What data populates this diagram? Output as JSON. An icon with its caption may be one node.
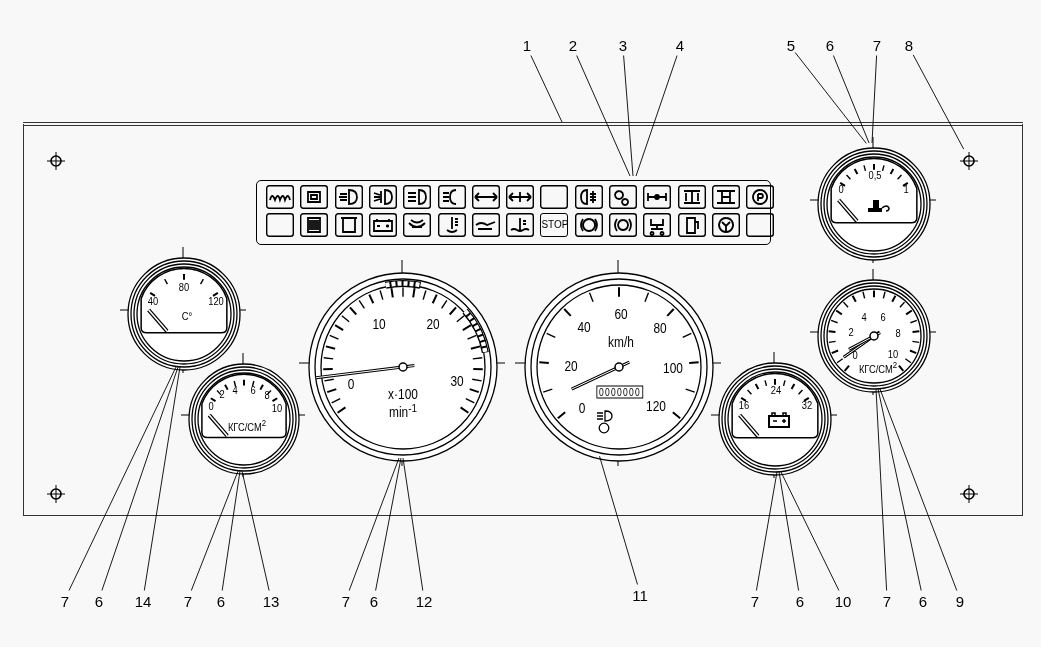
{
  "diagram": {
    "nodes": [
      {
        "text": [
          "1"
        ]
      },
      {
        "text": [
          "2"
        ]
      },
      {
        "text": [
          "3"
        ]
      },
      {
        "text": [
          "4"
        ]
      },
      {
        "text": [
          "5"
        ]
      },
      {
        "text": [
          "6"
        ]
      },
      {
        "text": [
          "7"
        ]
      },
      {
        "text": [
          "8"
        ]
      },
      {
        "text": [],
        "shape": "box"
      },
      {
        "text": [],
        "shape": "circle",
        "in": 8
      },
      {
        "text": [],
        "shape": "circle",
        "in": 8
      },
      {
        "text": [],
        "shape": "circle",
        "in": 8
      },
      {
        "text": [],
        "shape": "circle",
        "in": 8
      },
      {
        "text": [
          "STOP"
        ],
        "in": 8
      },
      {
        "text": [
          "0",
          "0,5",
          "1"
        ],
        "in": 8
      },
      {
        "text": [
          "40",
          "80",
          "120",
          "C°"
        ],
        "in": 8
      },
      {
        "text": [
          "4",
          "6",
          "2",
          "8",
          "0",
          "10",
          "КГС/СМ$^{2}$"
        ],
        "in": 8
      },
      {
        "text": [
          "10",
          "20",
          "0",
          "30",
          "x·100",
          "min$^{-1}$"
        ],
        "in": 8
      },
      {
        "text": [
          "60",
          "40",
          "80",
          "km/h",
          "20",
          "100",
          "0000000",
          "0",
          "120"
        ],
        "in": 8
      },
      {
        "text": [
          "0",
          "2",
          "4",
          "6",
          "8",
          "10",
          "КГС/СМ$^{2}$"
        ],
        "in": 8
      },
      {
        "text": [
          "24",
          "16",
          "32"
        ],
        "in": 8
      },
      {
        "text": [
          "7"
        ]
      },
      {
        "text": [
          "6"
        ]
      },
      {
        "text": [
          "14"
        ]
      },
      {
        "text": [
          "7"
        ]
      },
      {
        "text": [
          "6"
        ]
      },
      {
        "text": [
          "13"
        ]
      },
      {
        "text": [
          "7"
        ]
      },
      {
        "text": [
          "6"
        ]
      },
      {
        "text": [
          "12"
        ]
      },
      {
        "text": [
          "11"
        ]
      },
      {
        "text": [
          "7"
        ]
      },
      {
        "text": [
          "6"
        ]
      },
      {
        "text": [
          "10"
        ]
      },
      {
        "text": [
          "7"
        ]
      },
      {
        "text": [
          "6"
        ]
      },
      {
        "text": [
          "9"
        ]
      }
    ],
    "edges": [
      {
        "from": 0,
        "to": 8,
        "arrow": "none"
      },
      {
        "from": 1,
        "to": 13,
        "arrow": "none"
      },
      {
        "from": 2,
        "to": 13,
        "arrow": "none"
      },
      {
        "from": 3,
        "to": 13,
        "arrow": "none"
      },
      {
        "from": 4,
        "to": 14,
        "arrow": "none"
      },
      {
        "from": 5,
        "to": 14,
        "arrow": "none"
      },
      {
        "from": 6,
        "to": 14,
        "arrow": "none"
      },
      {
        "from": 7,
        "to": 10,
        "arrow": "none"
      },
      {
        "from": 21,
        "to": 15,
        "arrow": "none"
      },
      {
        "from": 22,
        "to": 15,
        "arrow": "none"
      },
      {
        "from": 23,
        "to": 15,
        "arrow": "none"
      },
      {
        "from": 24,
        "to": 19,
        "arrow": "none"
      },
      {
        "from": 25,
        "to": 19,
        "arrow": "none"
      },
      {
        "from": 26,
        "to": 19,
        "arrow": "none"
      },
      {
        "from": 27,
        "to": 17,
        "arrow": "none"
      },
      {
        "from": 28,
        "to": 17,
        "arrow": "none"
      },
      {
        "from": 29,
        "to": 17,
        "arrow": "none"
      },
      {
        "from": 30,
        "to": 18,
        "arrow": "none"
      },
      {
        "from": 31,
        "to": 20,
        "arrow": "none"
      },
      {
        "from": 32,
        "to": 20,
        "arrow": "none"
      },
      {
        "from": 33,
        "to": 20,
        "arrow": "none"
      },
      {
        "from": 34,
        "to": 16,
        "arrow": "none"
      },
      {
        "from": 35,
        "to": 16,
        "arrow": "none"
      },
      {
        "from": 36,
        "to": 16,
        "arrow": "none"
      }
    ]
  }
}
